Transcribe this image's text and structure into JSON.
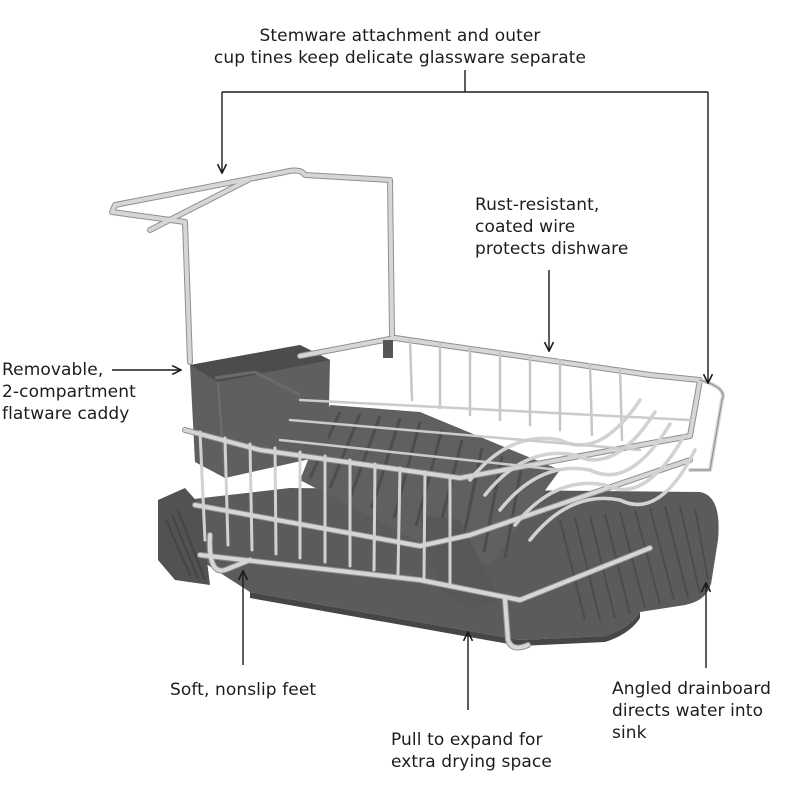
{
  "callouts": {
    "stemware": "Stemware attachment and outer\ncup tines keep delicate glassware separate",
    "rust": "Rust-resistant,\ncoated wire\nprotects dishware",
    "caddy": "Removable,\n2-compartment\nflatware caddy",
    "feet": "Soft, nonslip feet",
    "pull": "Pull to expand for\nextra drying space",
    "drainboard": "Angled drainboard\ndirects water into sink"
  },
  "colors": {
    "wire": "#d4d6d8",
    "wire_edge": "#8e9092",
    "rubber": "#5d5d5d",
    "rubber_dark": "#454545",
    "rubber_light": "#6e6e6e",
    "arrow": "#1a1a1a"
  }
}
